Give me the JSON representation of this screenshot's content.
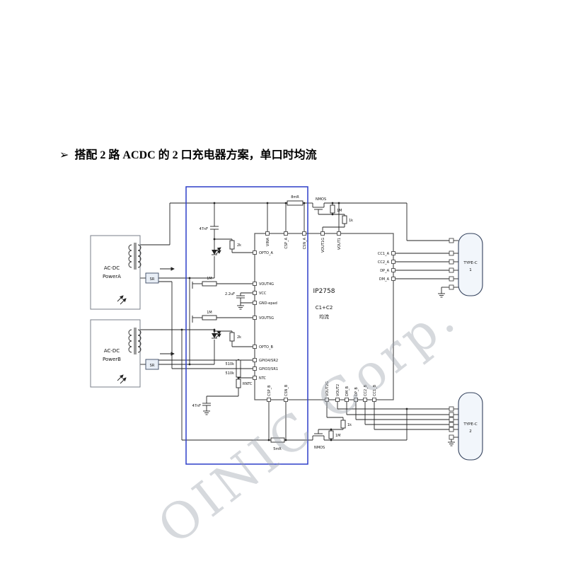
{
  "title": {
    "bullet": "➢",
    "text": "搭配 2 路 ACDC 的 2 口充电器方案，单口时均流"
  },
  "watermark": "OINIC Corp.",
  "ic": {
    "part": "IP2758",
    "mode_line1": "C1+C2",
    "mode_line2": "均流"
  },
  "pins": {
    "top": [
      "VINA",
      "CSP_A",
      "CSN_A",
      "VOUT1G",
      "VOUT1"
    ],
    "left": [
      "OPTO_A",
      "VOUT4G",
      "VCC",
      "GND-epad",
      "VOUT5G",
      "OPTO_B",
      "GPIO4/SR2",
      "GPIO3/SR1",
      "NTC"
    ],
    "right": [
      "CC1_A",
      "CC2_A",
      "DP_A",
      "DM_A"
    ],
    "bottom": [
      "CSP_B",
      "CSN_B",
      "VOUT2G",
      "VOUT2",
      "DM_B",
      "DP_B",
      "CC2_B",
      "CC1_B"
    ]
  },
  "blocks": {
    "power_a_line1": "AC-DC",
    "power_a_line2": "PowerA",
    "power_b_line1": "AC-DC",
    "power_b_line2": "PowerB",
    "sr": "SR",
    "typec1_line1": "TYPE-C",
    "typec1_line2": "1",
    "typec2_line1": "TYPE-C",
    "typec2_line2": "2"
  },
  "components": {
    "r_sense_a": "8mR",
    "nmos_a": "NMOS",
    "r_gate_a1": "1M",
    "r_gate_a2": "1k",
    "c_opto_a": "47nF",
    "r_opto_a": "2k",
    "r_mos1": "1M",
    "r_mos2": "1M",
    "c_vcc": "2.2uF",
    "r_opto_b": "2k",
    "r_div1": "510k",
    "r_div2": "510k",
    "r_ntc": "RNTC",
    "c_ntc": "47nF",
    "r_sense_b": "5mR",
    "nmos_b": "NMOS",
    "r_gate_b1": "1M",
    "r_gate_b2": "1k"
  },
  "colors": {
    "box_highlight": "#2d3ec9",
    "wire": "#222222"
  }
}
